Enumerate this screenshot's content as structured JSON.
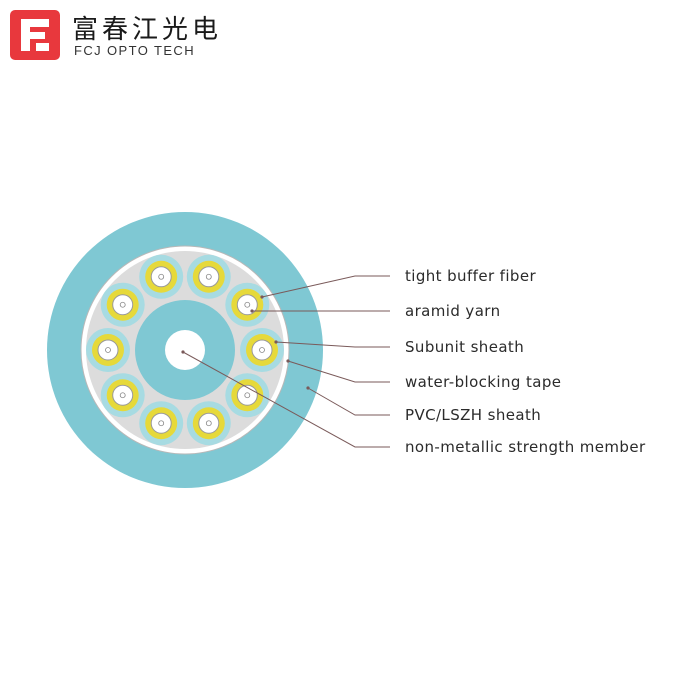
{
  "brand": {
    "name_cn": "富春江光电",
    "name_en": "FCJ OPTO TECH",
    "colors": {
      "mark": "#e8383d",
      "mark_letter": "#ffffff"
    }
  },
  "diagram": {
    "description_type": "fiber-optic-cable-cross-section",
    "colors": {
      "sheath": "#7fc8d3",
      "strength_member": "#7fc8d3",
      "core_center": "#ffffff",
      "aramid_fill": "#dcdcdc",
      "subunit_ring": "#a7dbe2",
      "fiber_buffer": "#e6d93a",
      "fiber_core": "#ffffff",
      "leader_line": "#7a5a5a"
    },
    "subunit_count": 10,
    "callouts": [
      {
        "id": "tight-buffer-fiber",
        "label": "tight buffer fiber"
      },
      {
        "id": "aramid-yarn",
        "label": "aramid yarn"
      },
      {
        "id": "subunit-sheath",
        "label": "Subunit sheath"
      },
      {
        "id": "water-blocking-tape",
        "label": "water-blocking tape"
      },
      {
        "id": "pvc-lszh-sheath",
        "label": "PVC/LSZH sheath"
      },
      {
        "id": "non-metallic-strength-member",
        "label": "non-metallic strength member"
      }
    ]
  }
}
